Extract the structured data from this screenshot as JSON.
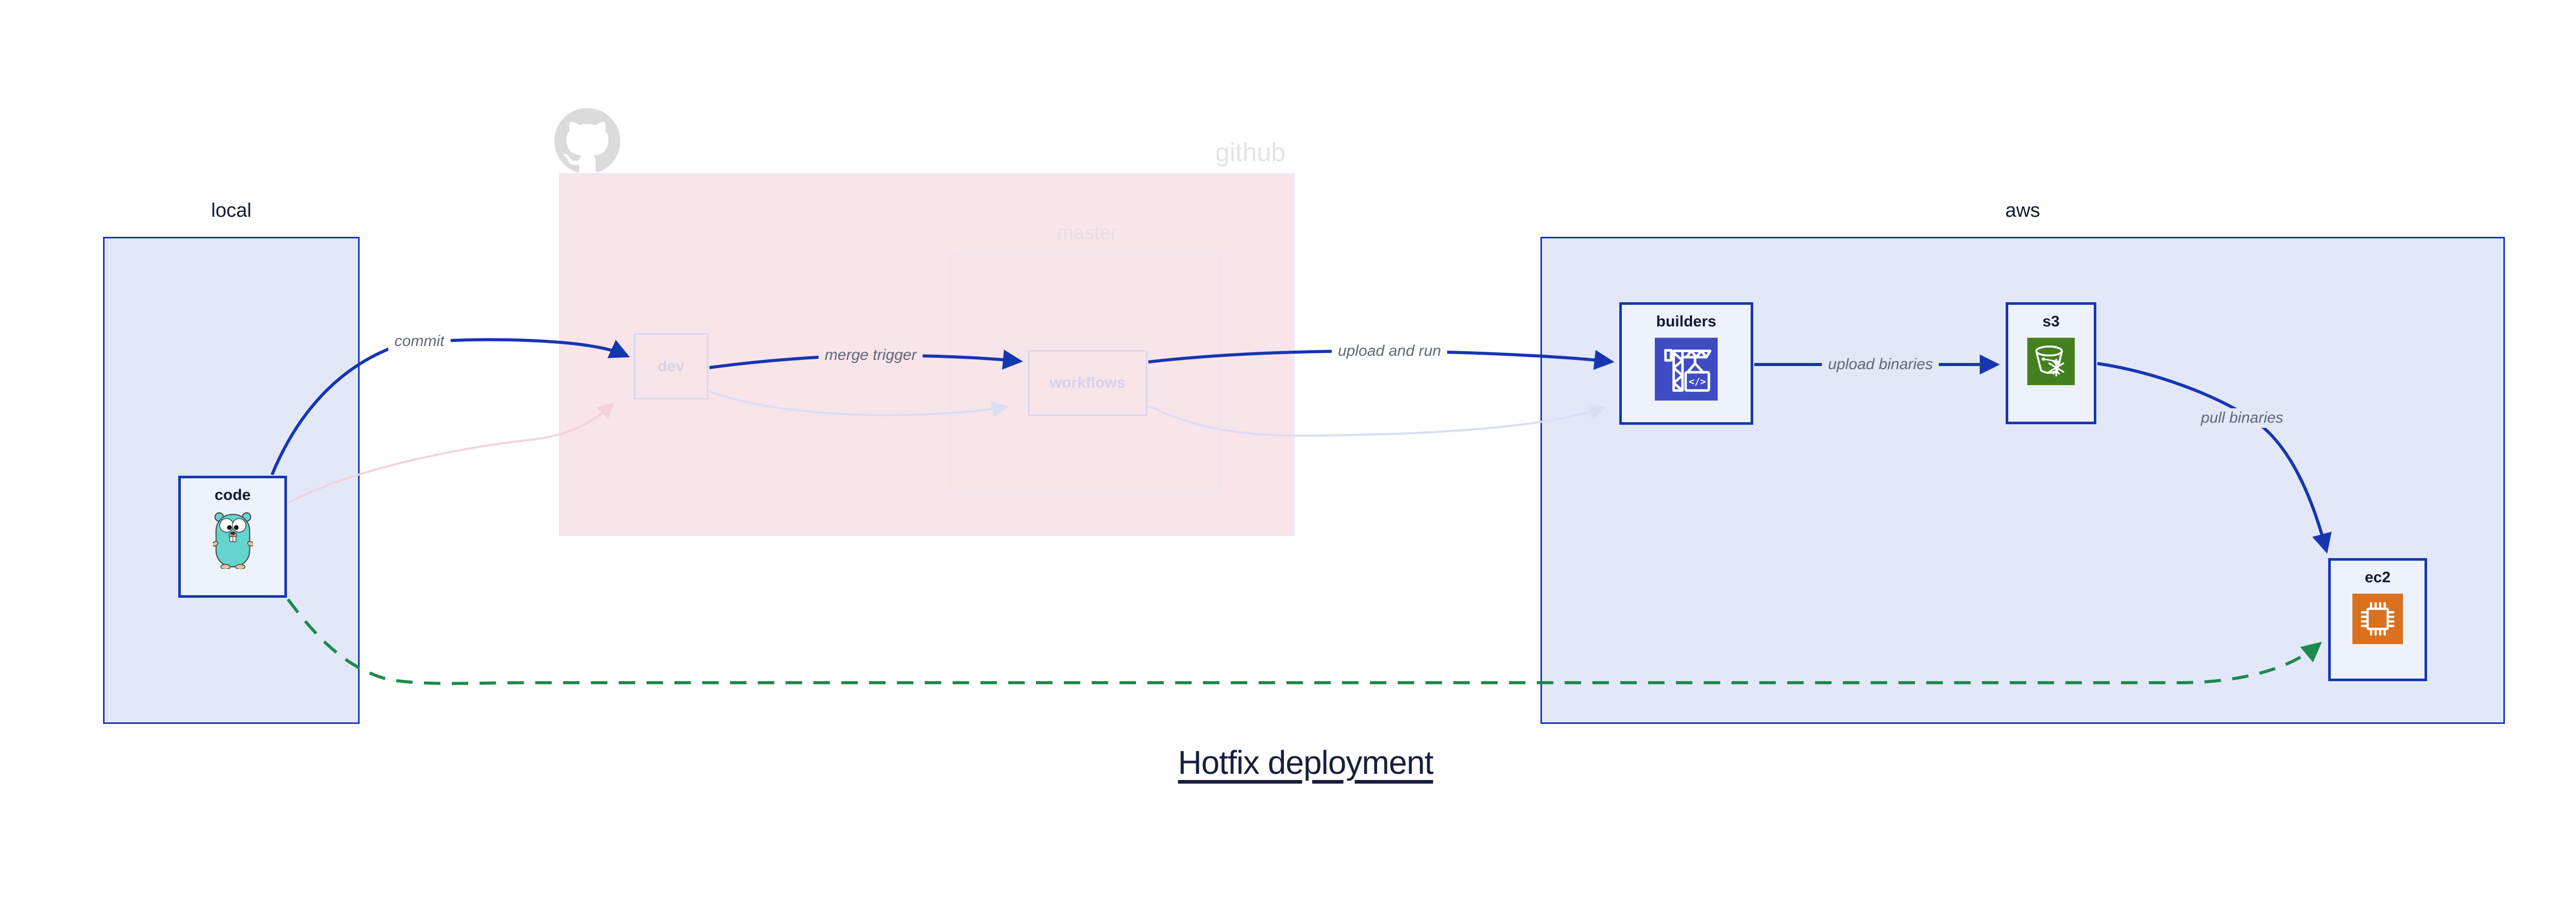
{
  "title": "Hotfix deployment",
  "regions": {
    "local": {
      "label": "local"
    },
    "github": {
      "label": "github",
      "branch_label": "master"
    },
    "aws": {
      "label": "aws"
    }
  },
  "nodes": {
    "code": {
      "label": "code",
      "icon": "go-gopher-icon"
    },
    "dev": {
      "label": "dev"
    },
    "workflows": {
      "label": "workflows"
    },
    "builders": {
      "label": "builders",
      "icon": "codebuild-crane-icon",
      "icon_text": "</>"
    },
    "s3": {
      "label": "s3",
      "icon": "s3-glacier-bucket-icon"
    },
    "ec2": {
      "label": "ec2",
      "icon": "ec2-chip-icon"
    }
  },
  "edges": [
    {
      "id": "commit",
      "label": "commit",
      "from": "code",
      "to": "dev",
      "style": "solid-blue"
    },
    {
      "id": "merge-trigger",
      "label": "merge trigger",
      "from": "dev",
      "to": "workflows",
      "style": "solid-blue"
    },
    {
      "id": "upload-and-run",
      "label": "upload and run",
      "from": "workflows",
      "to": "builders",
      "style": "solid-blue"
    },
    {
      "id": "upload-binaries",
      "label": "upload binaries",
      "from": "builders",
      "to": "s3",
      "style": "solid-blue"
    },
    {
      "id": "pull-binaries",
      "label": "pull binaries",
      "from": "s3",
      "to": "ec2",
      "style": "solid-blue"
    },
    {
      "id": "hotfix-bypass",
      "label": "",
      "from": "code",
      "to": "ec2",
      "style": "dashed-green"
    },
    {
      "id": "faded-code-dev",
      "label": "",
      "from": "code",
      "to": "dev",
      "style": "faded-pink"
    },
    {
      "id": "faded-dev-workflows",
      "label": "",
      "from": "dev",
      "to": "workflows",
      "style": "faded-lavender"
    },
    {
      "id": "faded-workflows-builders",
      "label": "",
      "from": "workflows",
      "to": "builders",
      "style": "faded-lavender"
    }
  ],
  "colors": {
    "blue": "#1636b0",
    "region_fill": "#e2e8fa",
    "node_fill": "#eef2fc",
    "github_fill": "#f8e4e9",
    "github_border": "#e7e9f7",
    "faded_border": "#dcd7ec",
    "faded_text": "#d9d3e8",
    "master_border": "#ebe5f1",
    "master_text": "#e9dde7",
    "github_text": "#e5e3e6",
    "octocat_gray": "#dbdbdb",
    "edge_label": "#5f6775",
    "dark_text": "#111b33",
    "green": "#1e8a4b",
    "faded_pink": "#f3d2dc",
    "faded_lavender": "#d8def4",
    "codebuild_bg": "#3f4cc4",
    "glacier_bg": "#45801f",
    "ec2_bg": "#d9711f",
    "gopher": "#65d4cf"
  }
}
